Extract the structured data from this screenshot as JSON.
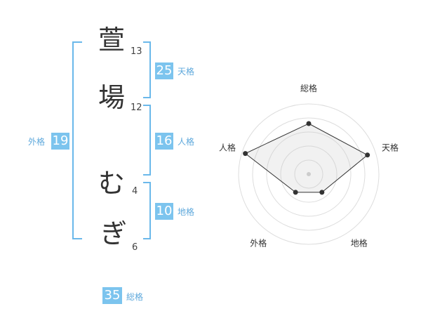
{
  "name": {
    "characters": [
      {
        "char": "萱",
        "strokes": "13"
      },
      {
        "char": "場",
        "strokes": "12"
      },
      {
        "char": "む",
        "strokes": "4"
      },
      {
        "char": "ぎ",
        "strokes": "6"
      }
    ]
  },
  "fortunes": {
    "tenkaku": {
      "value": "25",
      "label": "天格"
    },
    "jinkaku": {
      "value": "16",
      "label": "人格"
    },
    "chikaku": {
      "value": "10",
      "label": "地格"
    },
    "gaikaku": {
      "value": "19",
      "label": "外格"
    },
    "soukaku": {
      "value": "35",
      "label": "総格"
    }
  },
  "colors": {
    "accent": "#7cc4ee",
    "bracket": "#6ab8ea",
    "label": "#5fa9dc",
    "text": "#333333"
  },
  "chart_data": {
    "type": "radar",
    "axes": [
      "総格",
      "天格",
      "地格",
      "外格",
      "人格"
    ],
    "values": [
      0.72,
      0.88,
      0.32,
      0.32,
      0.95
    ],
    "range": [
      0,
      1
    ],
    "grid_rings": 5,
    "grid": true
  }
}
